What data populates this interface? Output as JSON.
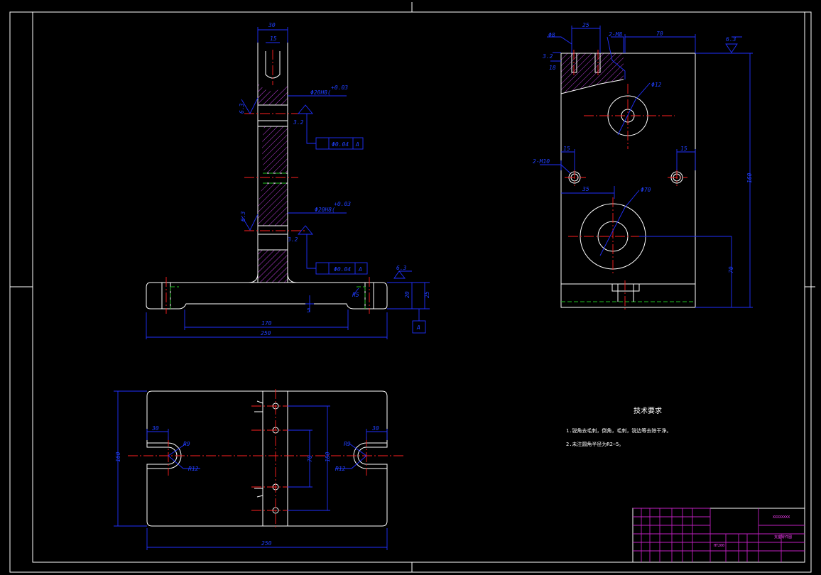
{
  "front_view": {
    "dims": {
      "top_width": "30",
      "slot_width": "15",
      "fit_upper": "Φ20H8(",
      "tol_upper": "+0.03",
      "fit_lower": "Φ20H8(",
      "tol_lower": "+0.03",
      "rough_left_upper": "6.3",
      "rough_left_lower": "6.3",
      "rough_3_2_upper": "3.2",
      "rough_3_2_lower": "3.2",
      "fcf_upper_tol": "Φ0.04",
      "fcf_upper_datum": "A",
      "fcf_lower_tol": "Φ0.04",
      "fcf_lower_datum": "A",
      "base_slot": "170",
      "base_total": "250",
      "base_chamfer": "R5",
      "base_step": "5",
      "base_h1": "20",
      "base_h2": "25",
      "base_rough": "6.3",
      "datum_box": "A"
    }
  },
  "side_view": {
    "dims": {
      "hole_top": "Φ8",
      "top_width": "25",
      "thread": "2-M8",
      "right_width": "70",
      "depth": "18",
      "rough_left": "3.2",
      "rough_right": "6.3",
      "dia_top": "Φ12",
      "side_hole": "2-M10",
      "offset_left": "15",
      "offset_right": "15",
      "span": "35",
      "dia_big": "Φ70",
      "height": "160",
      "height_lower": "70"
    }
  },
  "plan_view": {
    "dims": {
      "height": "160",
      "total": "250",
      "left_slot": "30",
      "left_slot_r": "R9",
      "left_r": "R12",
      "right_slot": "30",
      "right_slot_r": "R9",
      "right_r": "R12",
      "pitch_inner": "70",
      "pitch_outer": "180"
    }
  },
  "technical_requirements": {
    "heading": "技术要求",
    "line1": "1.锐角去毛刺，倒角，毛刺，锐边等去除干净。",
    "line2": "2.未注圆角半径为R2~5。"
  },
  "title_block": {
    "drawing_title": "XXXXXXXX",
    "part_name": "支座零件图",
    "material": "HT200"
  }
}
